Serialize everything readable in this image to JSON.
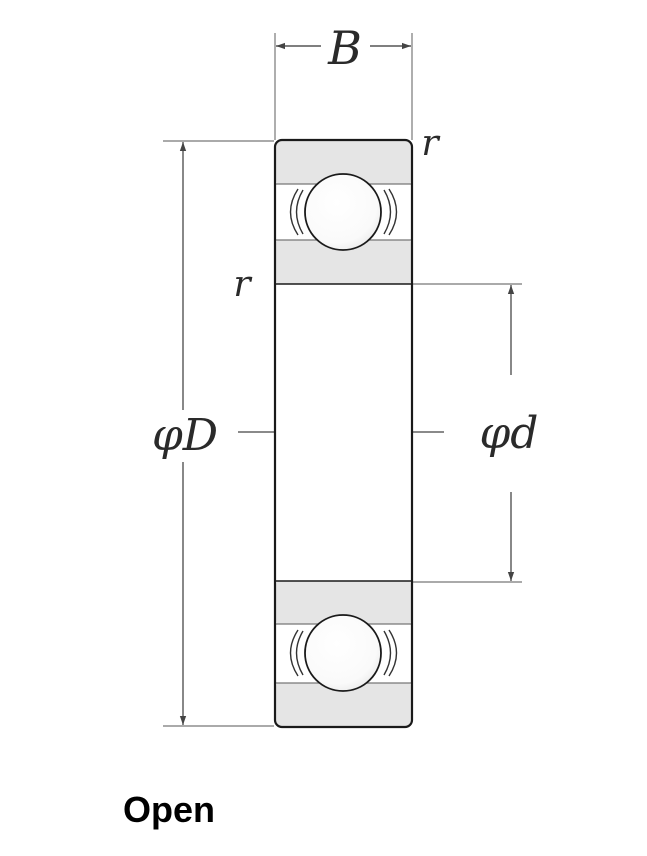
{
  "labels": {
    "width": "B",
    "fillet_top": "r",
    "fillet_inner": "r",
    "outer_diameter": "φD",
    "bore_diameter": "φd"
  },
  "caption": "Open",
  "colors": {
    "ring_fill": "#e5e5e5",
    "outline": "#1a1a1a",
    "dimension": "#555555",
    "background": "#ffffff"
  }
}
